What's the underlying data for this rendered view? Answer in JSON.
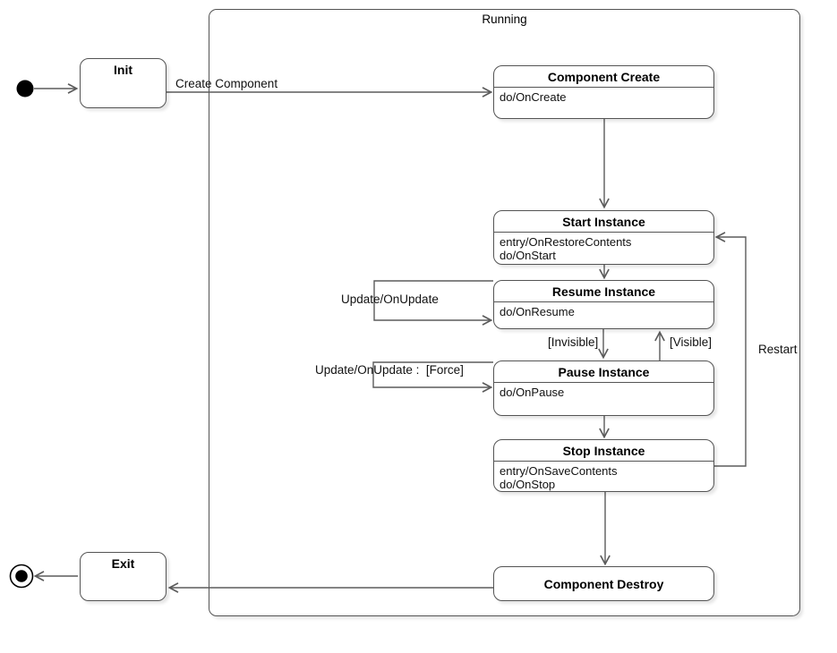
{
  "container": {
    "label": "Running"
  },
  "states": {
    "init": {
      "title": "Init"
    },
    "component_create": {
      "title": "Component Create",
      "activities": [
        "do/OnCreate"
      ]
    },
    "start_instance": {
      "title": "Start Instance",
      "activities": [
        "entry/OnRestoreContents",
        "do/OnStart"
      ]
    },
    "resume_instance": {
      "title": "Resume Instance",
      "activities": [
        "do/OnResume"
      ]
    },
    "pause_instance": {
      "title": "Pause Instance",
      "activities": [
        "do/OnPause"
      ]
    },
    "stop_instance": {
      "title": "Stop Instance",
      "activities": [
        "entry/OnSaveContents",
        "do/OnStop"
      ]
    },
    "component_destroy": {
      "title": "Component Destroy"
    },
    "exit": {
      "title": "Exit"
    }
  },
  "transitions": {
    "create_component": {
      "label": "Create Component"
    },
    "update_on_update": {
      "label": "Update/OnUpdate"
    },
    "update_on_update_force": {
      "label": "Update/OnUpdate :  [Force]"
    },
    "invisible": {
      "label": "[Invisible]"
    },
    "visible": {
      "label": "[Visible]"
    },
    "restart": {
      "label": "Restart"
    }
  },
  "colors": {
    "box_border": "#545454",
    "edge_stroke": "#5b5b5b",
    "text": "#000000",
    "background": "#ffffff"
  }
}
